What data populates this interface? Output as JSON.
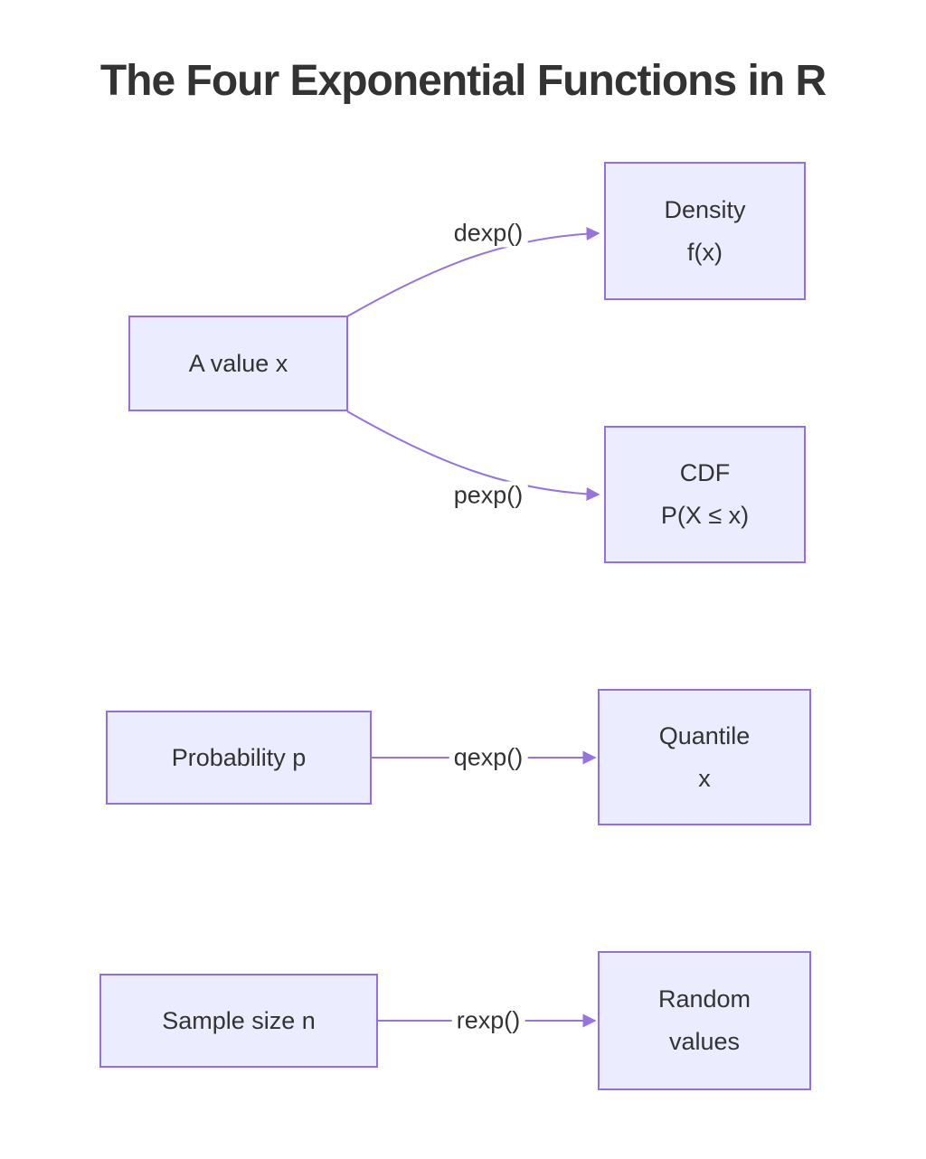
{
  "title": "The Four Exponential Functions in R",
  "colors": {
    "node_fill": "#ECECFF",
    "node_border": "#9370DB",
    "edge": "#9673E0",
    "text": "#333333"
  },
  "nodes": {
    "value_x": {
      "label": "A value x"
    },
    "density": {
      "line1": "Density",
      "line2": "f(x)"
    },
    "cdf": {
      "line1": "CDF",
      "line2": "P(X ≤ x)"
    },
    "probability": {
      "label": "Probability p"
    },
    "quantile": {
      "line1": "Quantile",
      "line2": "x"
    },
    "sample": {
      "label": "Sample size n"
    },
    "random": {
      "line1": "Random",
      "line2": "values"
    }
  },
  "edges": {
    "dexp": {
      "label": "dexp()",
      "from": "A value x",
      "to": "Density f(x)"
    },
    "pexp": {
      "label": "pexp()",
      "from": "A value x",
      "to": "CDF P(X ≤ x)"
    },
    "qexp": {
      "label": "qexp()",
      "from": "Probability p",
      "to": "Quantile x"
    },
    "rexp": {
      "label": "rexp()",
      "from": "Sample size n",
      "to": "Random values"
    }
  }
}
